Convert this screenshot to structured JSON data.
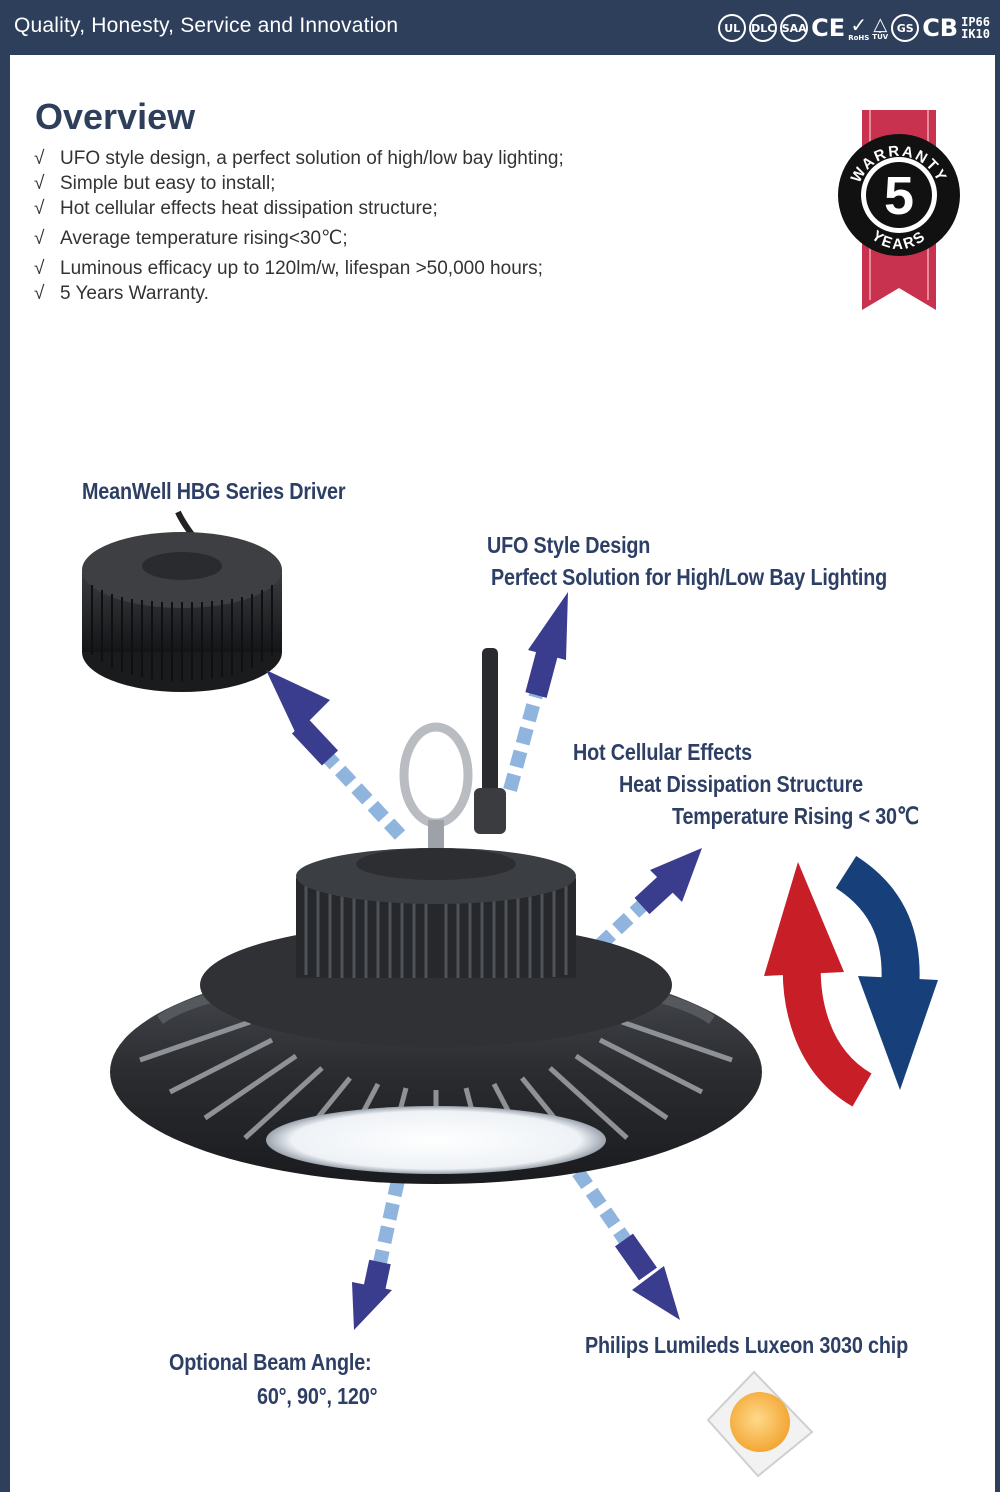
{
  "header": {
    "tagline": "Quality, Honesty, Service and Innovation",
    "certifications": [
      "UL",
      "DLC",
      "SAA",
      "CE",
      "RoHS",
      "TÜV",
      "GS",
      "CB",
      "IP66",
      "IK10"
    ]
  },
  "overview": {
    "title": "Overview",
    "check_mark": "√",
    "features": [
      "UFO style design, a perfect solution of high/low bay lighting;",
      "Simple but easy to install;",
      "Hot cellular effects heat dissipation structure;",
      "Average temperature rising<30℃;",
      "Luminous efficacy up to 120lm/w, lifespan >50,000 hours;",
      "5 Years Warranty."
    ]
  },
  "warranty_badge": {
    "top_text": "WARRANTY",
    "number": "5",
    "bottom_text": "YEARS",
    "ribbon_color": "#c8324e"
  },
  "callouts": {
    "driver": "MeanWell HBG Series Driver",
    "ufo_line1": "UFO Style Design",
    "ufo_line2": "Perfect Solution for High/Low Bay Lighting",
    "hot_line1": "Hot Cellular Effects",
    "hot_line2": "Heat Dissipation Structure",
    "hot_line3": "Temperature Rising < 30℃",
    "beam_line1": "Optional Beam Angle:",
    "beam_line2": "60°, 90°, 120°",
    "chip": "Philips Lumileds Luxeon 3030 chip"
  },
  "colors": {
    "header_bg": "#2e3f5c",
    "callout_text": "#2e3f66",
    "arrow_dark": "#3a3c8e",
    "arrow_light": "#8fb4dd",
    "hot_arrow": "#c81e28",
    "cool_arrow": "#17407a"
  }
}
